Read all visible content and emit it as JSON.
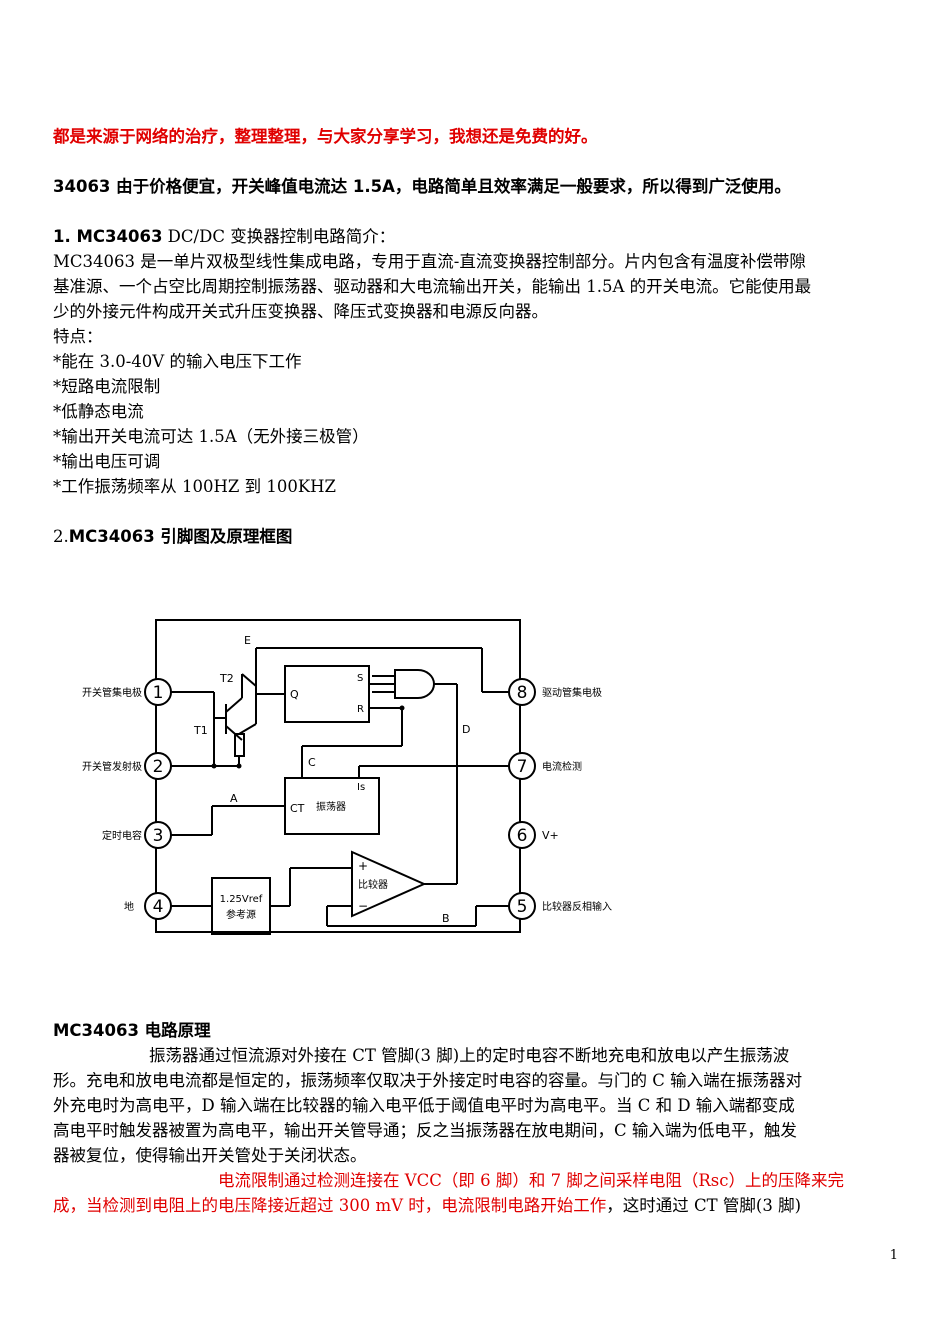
{
  "intro_red": "都是来源于网络的治疗，整理整理，与大家分享学习，我想还是免费的好。",
  "intro_line": "34063 由于价格便宜，开关峰值电流达 1.5A，电路简单且效率满足一般要求，所以得到广泛使用。",
  "section1": {
    "heading_bold": "1. MC34063",
    "heading_rest": " DC/DC 变换器控制电路简介：",
    "body_lines": [
      "MC34063 是一单片双极型线性集成电路，专用于直流-直流变换器控制部分。片内包含有温度补偿带隙",
      "基准源、一个占空比周期控制振荡器、驱动器和大电流输出开关，能输出 1.5A 的开关电流。它能使用最",
      "少的外接元件构成开关式升压变换器、降压式变换器和电源反向器。"
    ],
    "features_label": "特点：",
    "features": [
      "*能在 3.0-40V 的输入电压下工作",
      "*短路电流限制",
      "*低静态电流",
      "*输出开关电流可达 1.5A（无外接三极管）",
      "*输出电压可调",
      "*工作振荡频率从 100HZ 到 100KHZ"
    ]
  },
  "section2": {
    "heading_prefix": "2.",
    "heading_bold": "MC34063 引脚图及原理框图"
  },
  "diagram": {
    "pins_left": [
      {
        "num": "1",
        "label": "开关管集电极"
      },
      {
        "num": "2",
        "label": "开关管发射极"
      },
      {
        "num": "3",
        "label": "定时电容"
      },
      {
        "num": "4",
        "label": "地"
      }
    ],
    "pins_right": [
      {
        "num": "8",
        "label": "驱动管集电极"
      },
      {
        "num": "7",
        "label": "电流检测"
      },
      {
        "num": "6",
        "label": "V+"
      },
      {
        "num": "5",
        "label": "比较器反相输入"
      }
    ],
    "t1": "T1",
    "t2": "T2",
    "ff_q": "Q",
    "ff_s": "S",
    "ff_r": "R",
    "osc_ct": "CT",
    "osc_label": "振荡器",
    "osc_is": "Is",
    "ref_line1": "1.25Vref",
    "ref_line2": "参考源",
    "cmp_label": "比较器",
    "cmp_plus": "+",
    "cmp_minus": "−",
    "node_a": "A",
    "node_b": "B",
    "node_c": "C",
    "node_d": "D",
    "node_e": "E"
  },
  "section3": {
    "heading": "MC34063 电路原理",
    "para1_lines": [
      "振荡器通过恒流源对外接在 CT 管脚(3 脚)上的定时电容不断地充电和放电以产生振荡波",
      "形。充电和放电电流都是恒定的，振荡频率仅取决于外接定时电容的容量。与门的 C 输入端在振荡器对",
      "外充电时为高电平，D 输入端在比较器的输入电平低于阈值电平时为高电平。当 C 和 D 输入端都变成",
      "高电平时触发器被置为高电平，输出开关管导通；反之当振荡器在放电期间，C 输入端为低电平，触发",
      "器被复位，使得输出开关管处于关闭状态。"
    ],
    "para2_red_line1": "电流限制通过检测连接在 VCC（即 6 脚）和 7 脚之间采样电阻（Rsc）上的压降来完",
    "para2_red_line2": "成，当检测到电阻上的电压降接近超过 300 mV 时，电流限制电路开始工作",
    "para2_black_tail": "，这时通过 CT 管脚(3 脚)"
  },
  "page_number": "1"
}
